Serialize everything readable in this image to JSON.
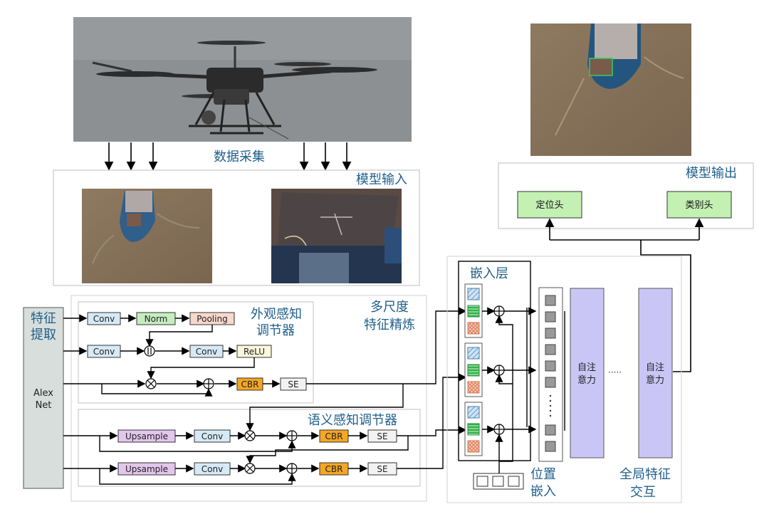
{
  "top": {
    "collection_label": "数据采集",
    "model_input_label": "模型输入",
    "model_output_label": "模型输出",
    "locate_head": "定位头",
    "class_head": "类别头"
  },
  "feature": {
    "extract_line1": "特征",
    "extract_line2": "提取",
    "alexnet_line1": "Alex",
    "alexnet_line2": "Net",
    "appearance_line1": "外观感知",
    "appearance_line2": "调节器",
    "semantic_label": "语义感知调节器",
    "multiscale_line1": "多尺度",
    "multiscale_line2": "特征精炼"
  },
  "blocks": {
    "conv": "Conv",
    "norm": "Norm",
    "pooling": "Pooling",
    "relu": "ReLU",
    "cbr": "CBR",
    "se": "SE",
    "upsample": "Upsample"
  },
  "transformer": {
    "embed_layer": "嵌入层",
    "pos_line1": "位置",
    "pos_line2": "嵌入",
    "attn_line1": "自注",
    "attn_line2": "意力",
    "dots": "·····",
    "global_line1": "全局特征",
    "global_line2": "交互"
  }
}
